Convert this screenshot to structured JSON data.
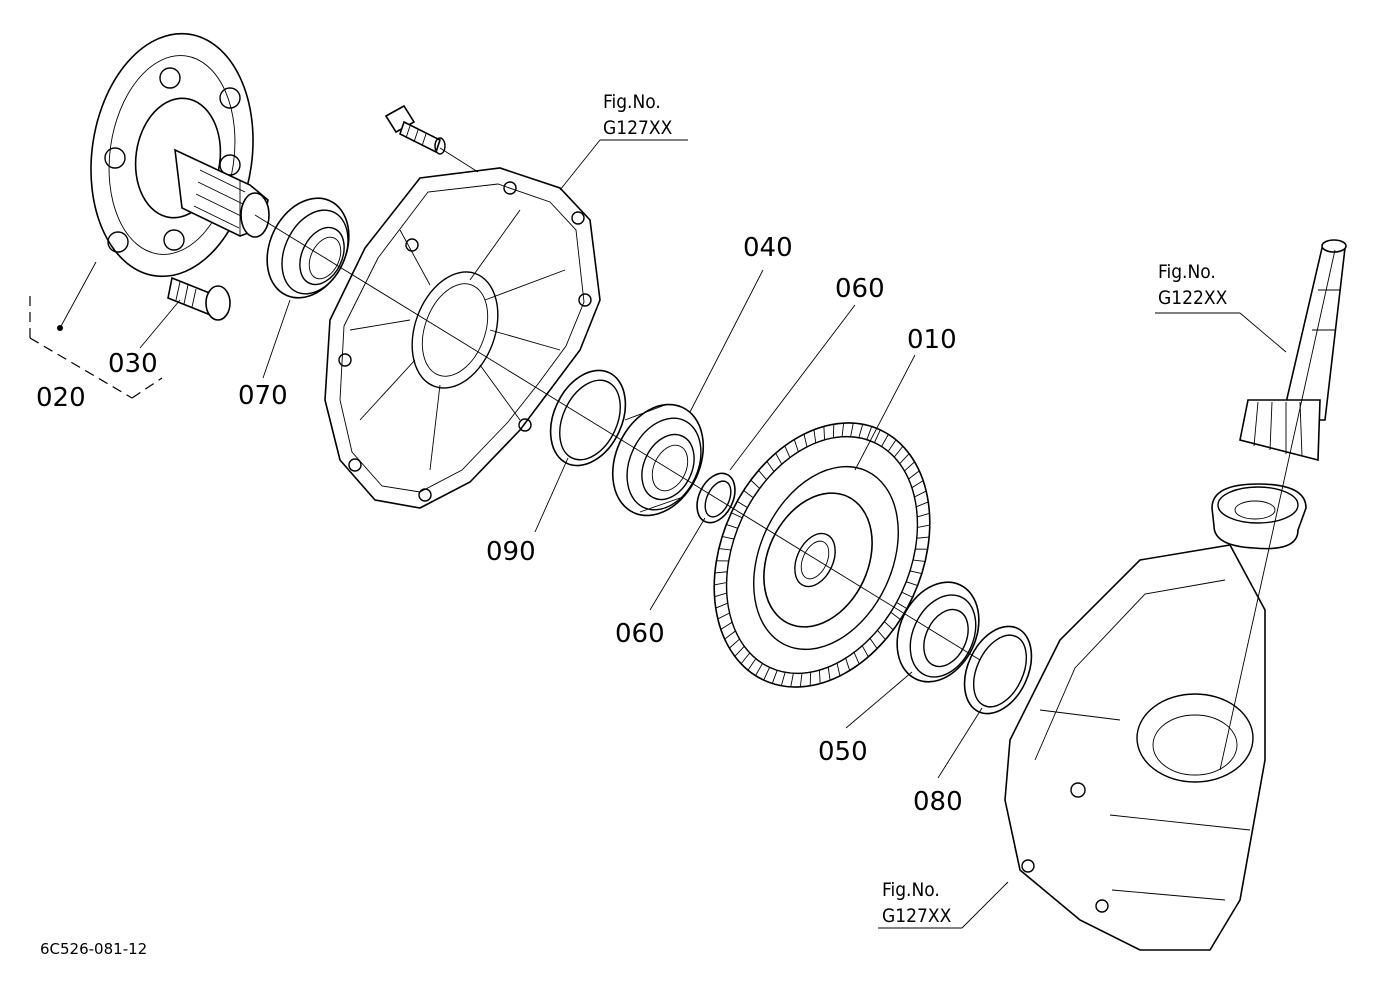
{
  "diagram": {
    "part_labels": {
      "p010": "010",
      "p020": "020",
      "p030": "030",
      "p040": "040",
      "p050": "050",
      "p060a": "060",
      "p060b": "060",
      "p070": "070",
      "p080": "080",
      "p090": "090"
    },
    "references": {
      "top": {
        "line1": "Fig.No.",
        "line2": "G127XX"
      },
      "right": {
        "line1": "Fig.No.",
        "line2": "G122XX"
      },
      "bottom": {
        "line1": "Fig.No.",
        "line2": "G127XX"
      }
    },
    "drawing_code": "6C526-081-12"
  }
}
